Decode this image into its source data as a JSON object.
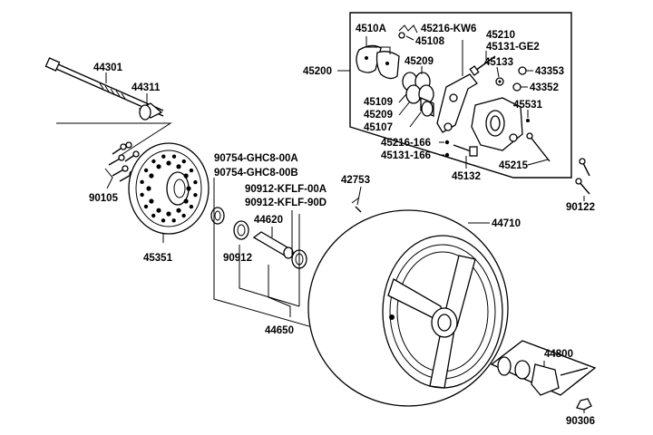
{
  "labels": {
    "p44301": "44301",
    "p44311": "44311",
    "p90105": "90105",
    "p45351": "45351",
    "p90754a": "90754-GHC8-00A",
    "p90754b": "90754-GHC8-00B",
    "p90912a": "90912-KFLF-00A",
    "p90912b": "90912-KFLF-90D",
    "p44620": "44620",
    "p90912": "90912",
    "p44650": "44650",
    "p42753": "42753",
    "p44710": "44710",
    "p44800": "44800",
    "p90306": "90306",
    "p90122": "90122",
    "p45200": "45200",
    "p4510A": "4510A",
    "p45216kw6": "45216-KW6",
    "p45108": "45108",
    "p45210": "45210",
    "p45131ge2": "45131-GE2",
    "p45209a": "45209",
    "p45133": "45133",
    "p43353": "43353",
    "p43352": "43352",
    "p45109": "45109",
    "p45209b": "45209",
    "p45107": "45107",
    "p45531": "45531",
    "p45216_166": "45216-166",
    "p45131_166": "45131-166",
    "p45132": "45132",
    "p45215": "45215"
  },
  "colors": {
    "line": "#000000",
    "background": "#ffffff"
  }
}
